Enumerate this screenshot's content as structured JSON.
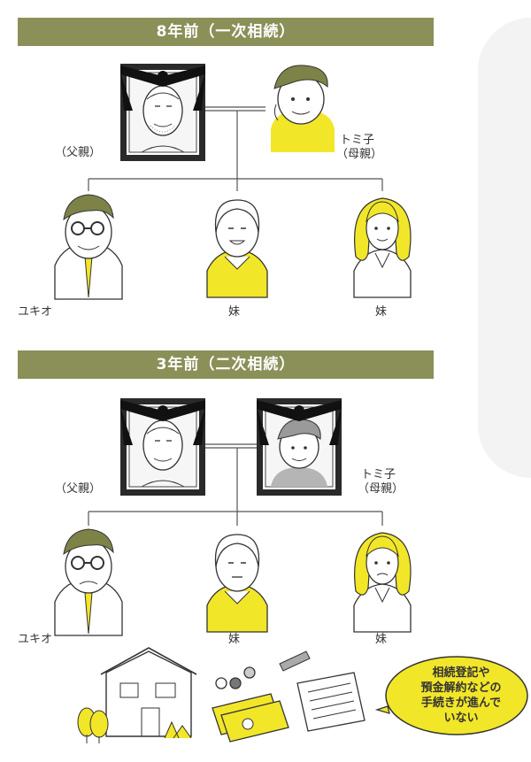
{
  "sections": [
    {
      "title": "8年前（一次相続）",
      "father_label": "（父親）",
      "mother_label_line1": "トミ子",
      "mother_label_line2": "（母親）",
      "children": [
        "ユキオ",
        "妹",
        "妹"
      ]
    },
    {
      "title": "3年前（二次相続）",
      "father_label": "（父親）",
      "mother_label_line1": "トミ子",
      "mother_label_line2": "（母親）",
      "children": [
        "ユキオ",
        "妹",
        "妹"
      ]
    }
  ],
  "speech_bubble": {
    "line1": "相続登記や",
    "line2": "預金解約などの",
    "line3": "手続きが進んで",
    "line4": "いない"
  },
  "colors": {
    "banner": "#8b9058",
    "accent_yellow": "#f2e629",
    "hair_olive": "#7d8347",
    "frame": "#2a2a2a"
  }
}
